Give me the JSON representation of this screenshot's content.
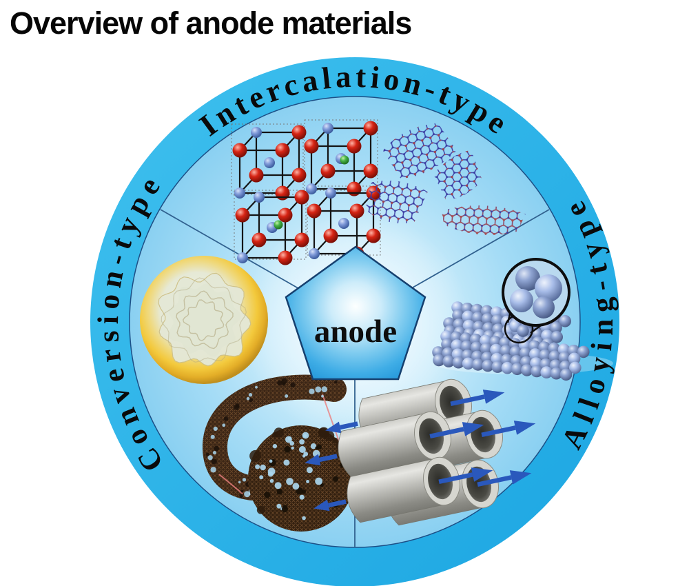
{
  "title": "Overview of anode materials",
  "diagram": {
    "center_label": "anode",
    "ring_labels": {
      "top": "Intercalation-type",
      "left": "Conversion-type",
      "right": "Alloying-type"
    },
    "sectors": [
      {
        "label": "Intercalation-type",
        "position": "top",
        "illustrations": [
          "crystal-lattice",
          "graphene-sheets"
        ]
      },
      {
        "label": "Conversion-type",
        "position": "left",
        "illustrations": [
          "yellow-composite-particle",
          "carbon-mesh-ribbon",
          "carbon-mesh-sphere"
        ]
      },
      {
        "label": "Alloying-type",
        "position": "right",
        "illustrations": [
          "nanoparticle-layers-with-magnifier",
          "nanotube-bundle-with-arrows"
        ]
      }
    ],
    "colors": {
      "outer_ring": "#29b1e8",
      "inner_disc": "#9bd7f4",
      "pentagon_edge_blue": "#2da3e2",
      "outline_navy": "#16406f",
      "arrow_blue": "#2a58bc",
      "gold_particle": "#f2c838",
      "red_atom": "#c41e10",
      "blue_atom": "#6f8fd6",
      "green_atom": "#3fae3f",
      "steel_sphere": "#7e96c8",
      "carbon_brown": "#3a2414",
      "tube_gray": "#b5b5b0"
    }
  }
}
